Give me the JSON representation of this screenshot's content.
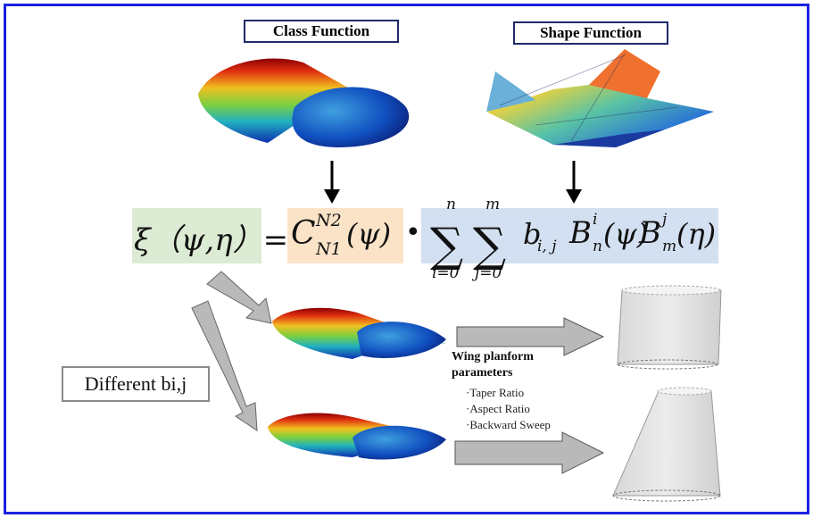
{
  "labels": {
    "class_function": "Class Function",
    "shape_function": "Shape Function",
    "different": "Different bi,j"
  },
  "equation": {
    "lhs": "ξ（ψ,η）=",
    "class_term": "C",
    "class_sup": "N2",
    "class_sub": "N1",
    "class_arg": "(ψ)",
    "dot": "•",
    "sum1_top": "n",
    "sum1_bottom": "i=0",
    "sum2_top": "m",
    "sum2_bottom": "j=0",
    "b_term": "b",
    "b_sub": "i, j",
    "bn": "B",
    "bn_sup": "i",
    "bn_sub": "n",
    "bn_arg": "(ψ)",
    "bm": "B",
    "bm_sup": "j",
    "bm_sub": "m",
    "bm_arg": "(η)"
  },
  "params": {
    "title1": "Wing planform",
    "title2": "parameters",
    "items": [
      "·Taper Ratio",
      "·Aspect Ratio",
      "·Backward Sweep"
    ]
  },
  "colors": {
    "frame": "#1a22e0",
    "green_box": "#dcebd3",
    "orange_box": "#fbe3c8",
    "blue_box": "#d3e0f1",
    "arrow_gray": "#b9b9b9"
  }
}
